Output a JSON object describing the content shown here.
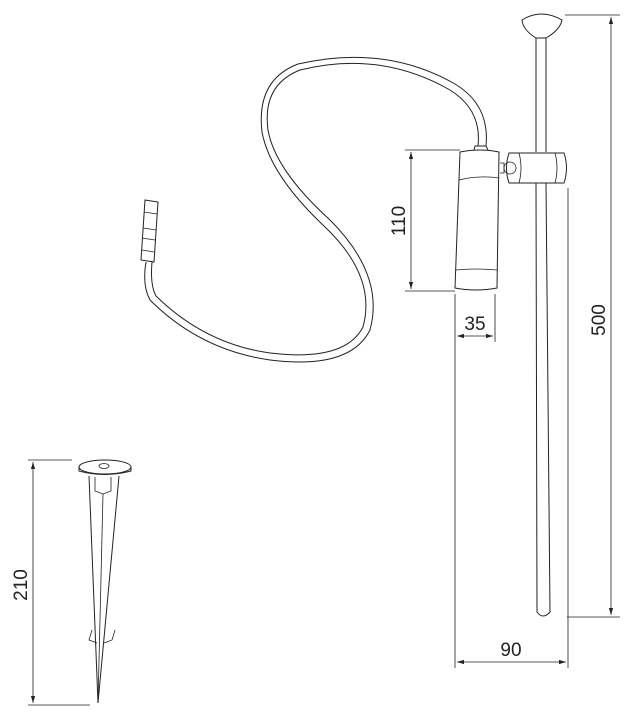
{
  "drawing": {
    "dimensions": {
      "total_height": "500",
      "body_height": "110",
      "body_diameter": "35",
      "overall_width": "90",
      "spike_height": "210"
    },
    "line_color": "#222222",
    "background": "#ffffff"
  }
}
